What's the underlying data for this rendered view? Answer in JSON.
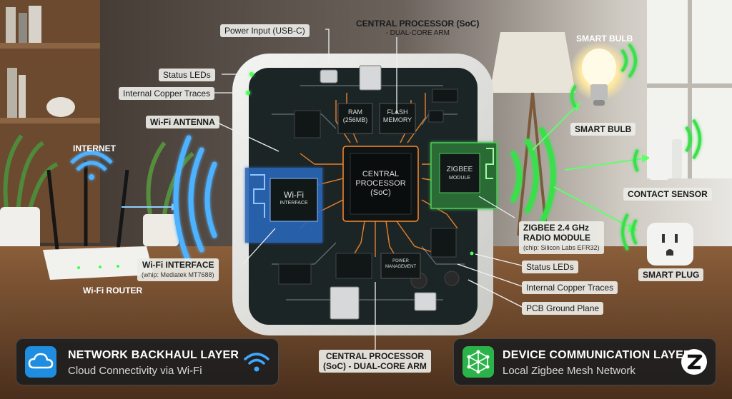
{
  "labels": {
    "power_input": "Power Input (USB-C)",
    "cpu_top_title": "CENTRAL PROCESSOR (SoC)",
    "cpu_top_sub": "- DUAL-CORE ARM",
    "status_leds_left": "Status LEDs",
    "copper_traces_left": "Internal Copper Traces",
    "wifi_antenna": "Wi-Fi ANTENNA",
    "internet": "INTERNET",
    "wifi_router": "Wi-Fi ROUTER",
    "wifi_interface": "Wi-Fi INTERFACE",
    "wifi_interface_chip": "(whip: Mediatek MT7688)",
    "smart_bulb_top": "SMART BULB",
    "smart_bulb": "SMART BULB",
    "contact_sensor": "CONTACT SENSOR",
    "smart_plug": "SMART PLUG",
    "zigbee_module_title": "ZIGBEE 2.4 GHz",
    "zigbee_module_title2": "RADIO MODULE",
    "zigbee_module_chip": "(chip: Silicon Labs EFR32)",
    "status_leds_right": "Status LEDs",
    "copper_traces_right": "Internal Copper Traces",
    "pcb_ground_plane": "PCB Ground Plane",
    "cpu_bottom_title": "CENTRAL PROCESSOR",
    "cpu_bottom_title2": "(SoC) - DUAL-CORE ARM"
  },
  "chips": {
    "ram": "RAM",
    "ram_size": "(256MB)",
    "flash": "FLASH",
    "flash2": "MEMORY",
    "cpu": "CENTRAL",
    "cpu2": "PROCESSOR",
    "cpu3": "(SoC)",
    "wifi": "Wi-Fi",
    "wifi2": "INTERFACE",
    "zigbee": "ZIGBEE",
    "zigbee2": "MODULE",
    "power_mgmt": "POWER",
    "power_mgmt2": "MANAGEMENT"
  },
  "panels": {
    "left_title": "NETWORK BACKHAUL LAYER",
    "left_sub": "Cloud Connectivity via Wi-Fi",
    "right_title": "DEVICE COMMUNICATION LAYER",
    "right_sub": "Local Zigbee Mesh Network"
  },
  "colors": {
    "wifi_blue": "#3ea8ff",
    "zigbee_green": "#38e04a",
    "trace_orange": "#ff8a2a",
    "pcb_dark": "#1f2a2a",
    "cloud_icon_bg": "#1f8de0",
    "zigbee_icon_bg": "#2bb34a"
  },
  "icons": [
    "cloud-icon",
    "wifi-icon",
    "mesh-icon",
    "zigbee-logo-icon"
  ]
}
